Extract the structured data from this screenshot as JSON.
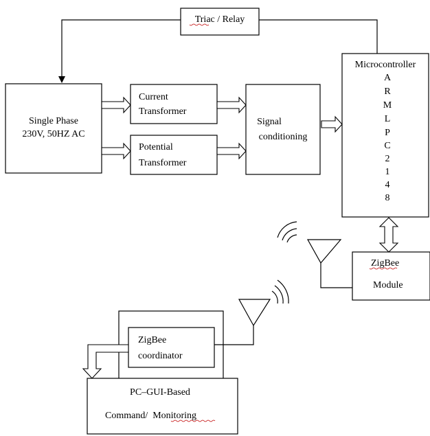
{
  "blocks": {
    "relay": "Triac / Relay",
    "supply": {
      "line1": "Single Phase",
      "line2": "230V, 50HZ AC"
    },
    "current_transformer": {
      "line1": "Current",
      "line2": "Transformer"
    },
    "potential_transformer": {
      "line1": "Potential",
      "line2": "Transformer"
    },
    "signal_conditioning": {
      "line1": "Signal",
      "line2": "conditioning"
    },
    "microcontroller": {
      "title": "Microcontroller",
      "letters": [
        "A",
        "R",
        "M",
        "L",
        "P",
        "C",
        "2",
        "1",
        "4",
        "8"
      ]
    },
    "zigbee_module": {
      "line1": "ZigBee",
      "line2": "Module"
    },
    "zigbee_coordinator": {
      "line1": "ZigBee",
      "line2": "coordinator"
    },
    "pc_gui": {
      "line1": "PC–GUI-Based",
      "line2": "Command/  Monitoring"
    }
  }
}
